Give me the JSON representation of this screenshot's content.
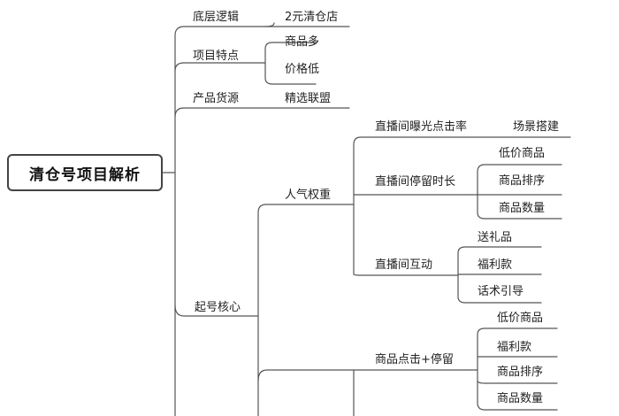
{
  "root": {
    "label": "清仓号项目解析"
  },
  "branches": {
    "underlying_logic": {
      "label": "底层逻辑",
      "children": [
        "2元清仓店"
      ]
    },
    "features": {
      "label": "项目特点",
      "children": [
        "商品多",
        "价格低"
      ]
    },
    "product_source": {
      "label": "产品货源",
      "children": [
        "精选联盟"
      ]
    },
    "core": {
      "label": "起号核心",
      "popularity": {
        "label": "人气权重",
        "exposure_ctr": {
          "label": "直播间曝光点击率",
          "children": [
            "场景搭建"
          ]
        },
        "stay_time": {
          "label": "直播间停留时长",
          "children": [
            "低价商品",
            "商品排序",
            "商品数量"
          ]
        },
        "interaction": {
          "label": "直播间互动",
          "children": [
            "送礼品",
            "福利款",
            "话术引导"
          ]
        }
      },
      "product_click": {
        "label": "商品点击+停留",
        "children": [
          "低价商品",
          "福利款",
          "商品排序",
          "商品数量"
        ]
      }
    }
  },
  "colors": {
    "line": "#555555",
    "text": "#222222"
  }
}
